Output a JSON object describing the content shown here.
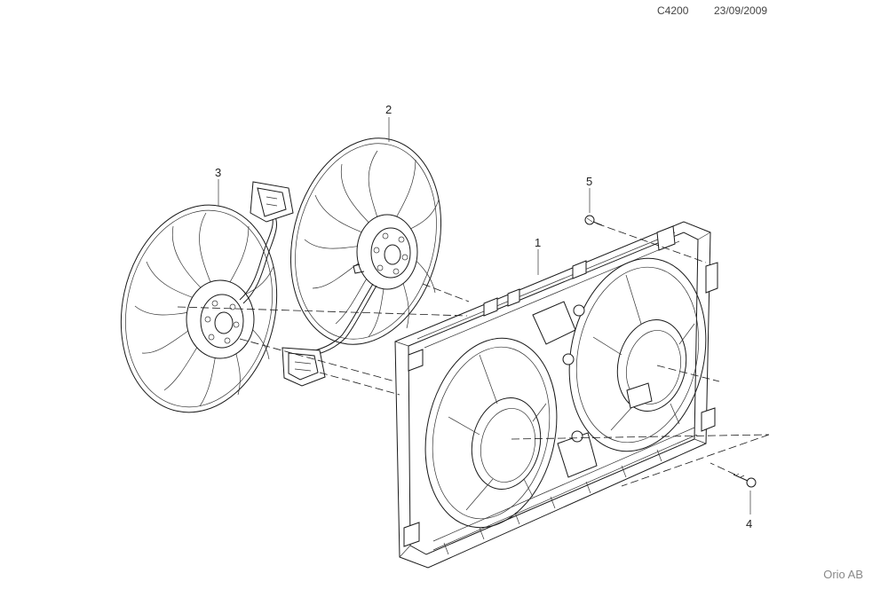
{
  "header": {
    "code": "C4200",
    "date": "23/09/2009"
  },
  "callouts": [
    {
      "id": "callout-1",
      "label": "1"
    },
    {
      "id": "callout-2",
      "label": "2"
    },
    {
      "id": "callout-3",
      "label": "3"
    },
    {
      "id": "callout-4",
      "label": "4"
    },
    {
      "id": "callout-5",
      "label": "5"
    }
  ],
  "footer": {
    "brand": "Orio AB"
  }
}
